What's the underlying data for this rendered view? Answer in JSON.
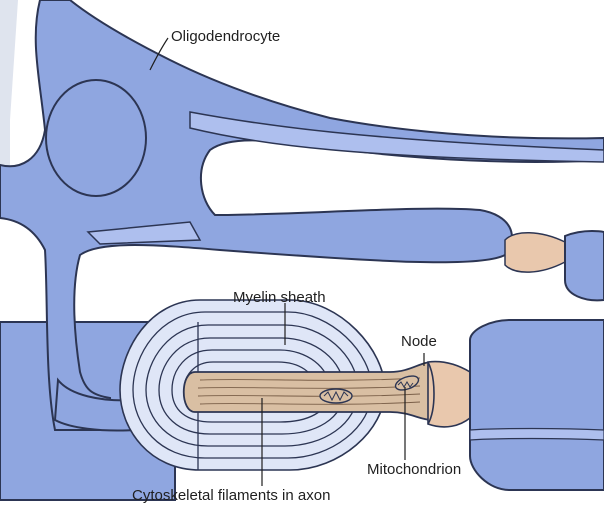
{
  "labels": {
    "oligodendrocyte": "Oligodendrocyte",
    "myelin_sheath": "Myelin sheath",
    "node": "Node",
    "mitochondrion": "Mitochondrion",
    "cytoskeletal": "Cytoskeletal filaments in axon"
  },
  "colors": {
    "cell_blue": "#8fa6e0",
    "cell_blue_light": "#aebfee",
    "outline": "#2c3553",
    "myelin_fill": "#dfe6f7",
    "axon_fill": "#d9bfa3",
    "node_fill": "#e9c8ad",
    "background": "#ffffff"
  }
}
